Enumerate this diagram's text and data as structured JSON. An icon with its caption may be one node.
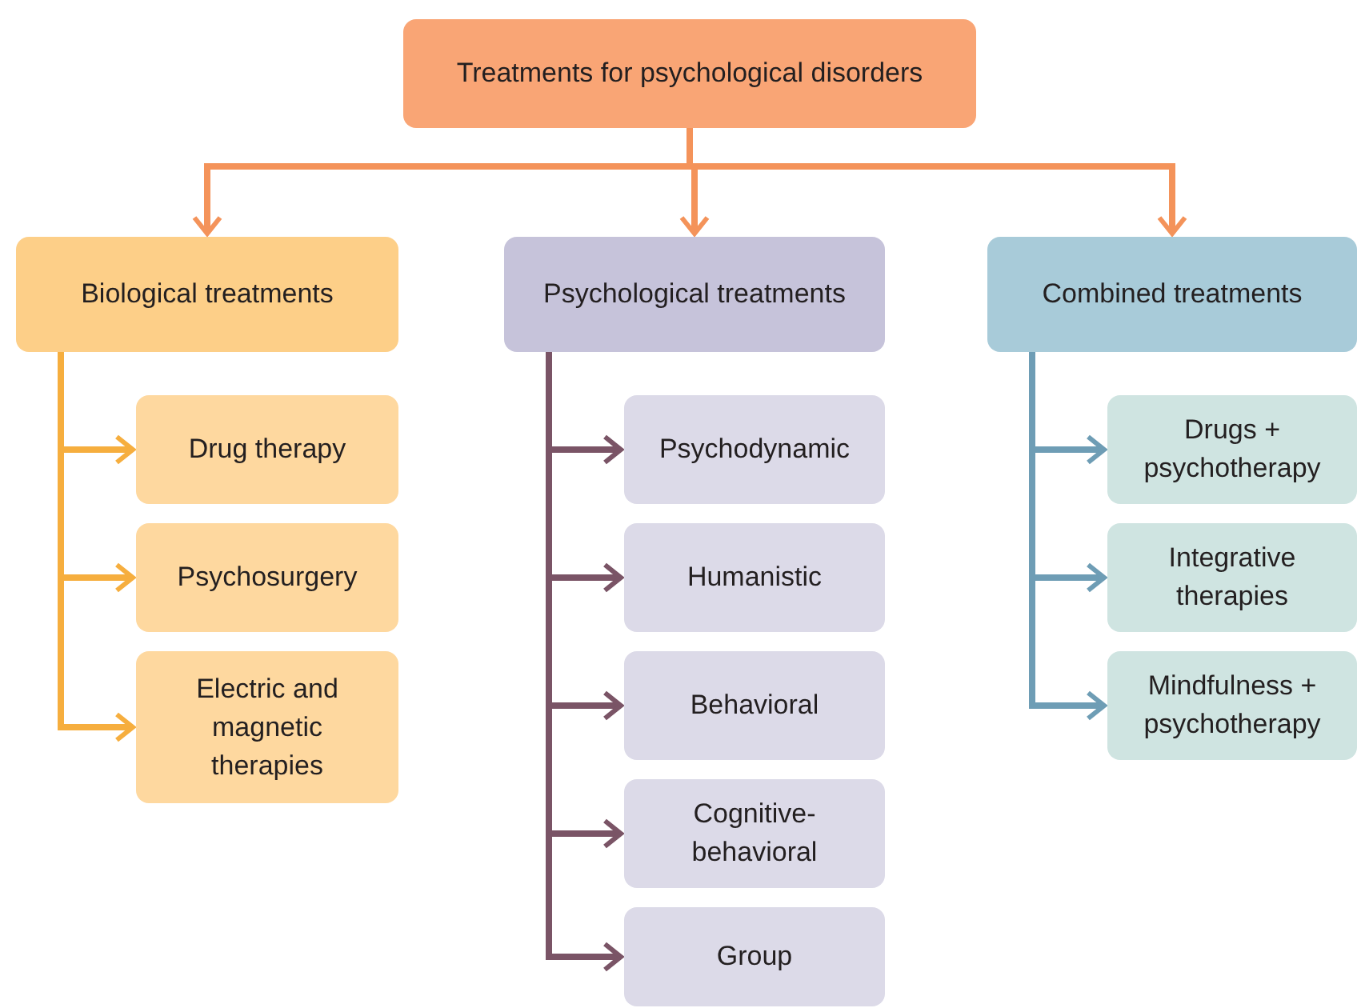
{
  "diagram": {
    "nodes": [
      {
        "text": [
          "Treatments for psychological disorders"
        ]
      },
      {
        "text": [
          "Biological treatments"
        ]
      },
      {
        "text": [
          "Psychological treatments"
        ]
      },
      {
        "text": [
          "Combined treatments"
        ]
      },
      {
        "text": [
          "Drug therapy"
        ]
      },
      {
        "text": [
          "Psychosurgery"
        ]
      },
      {
        "text": [
          "Electric and magnetic therapies"
        ]
      },
      {
        "text": [
          "Psychodynamic"
        ]
      },
      {
        "text": [
          "Humanistic"
        ]
      },
      {
        "text": [
          "Behavioral"
        ]
      },
      {
        "text": [
          "Cognitive-behavioral"
        ]
      },
      {
        "text": [
          "Group"
        ]
      },
      {
        "text": [
          "Drugs + psychotherapy"
        ]
      },
      {
        "text": [
          "Integrative therapies"
        ]
      },
      {
        "text": [
          "Mindfulness + psychotherapy"
        ]
      }
    ],
    "edges": [
      {
        "from": 0,
        "to": 1,
        "arrow": "to",
        "color": "#f4935a"
      },
      {
        "from": 0,
        "to": 2,
        "arrow": "to",
        "color": "#f4935a"
      },
      {
        "from": 0,
        "to": 3,
        "arrow": "to",
        "color": "#f4935a"
      },
      {
        "from": 1,
        "to": 4,
        "arrow": "to",
        "color": "#f6ae3e"
      },
      {
        "from": 1,
        "to": 5,
        "arrow": "to",
        "color": "#f6ae3e"
      },
      {
        "from": 1,
        "to": 6,
        "arrow": "to",
        "color": "#f6ae3e"
      },
      {
        "from": 2,
        "to": 7,
        "arrow": "to"
      },
      {
        "from": 2,
        "to": 8,
        "arrow": "to"
      },
      {
        "from": 2,
        "to": 9,
        "arrow": "to"
      },
      {
        "from": 2,
        "to": 10,
        "arrow": "to"
      },
      {
        "from": 2,
        "to": 11,
        "arrow": "to"
      },
      {
        "from": 3,
        "to": 12,
        "arrow": "to",
        "color": "#6e9db5"
      },
      {
        "from": 3,
        "to": 13,
        "arrow": "to",
        "color": "#6e9db5"
      },
      {
        "from": 3,
        "to": 14,
        "arrow": "to",
        "color": "#6e9db5"
      }
    ]
  }
}
